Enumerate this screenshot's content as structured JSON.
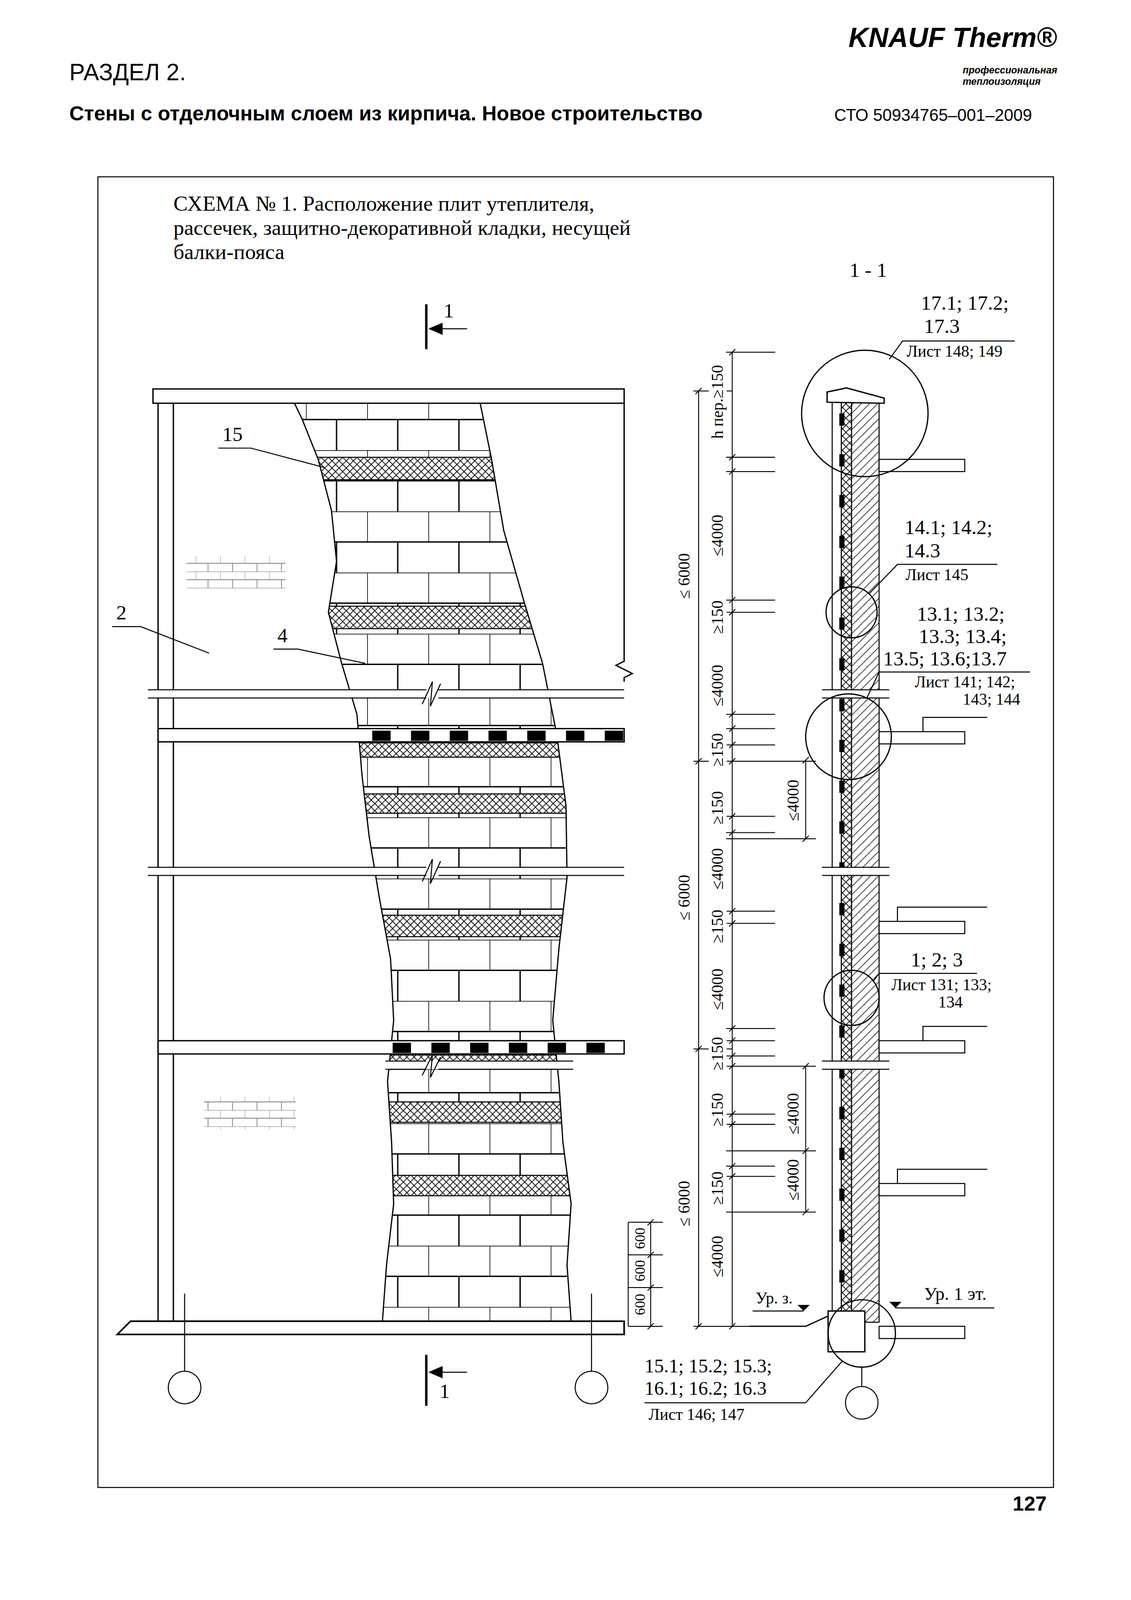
{
  "diagram": {
    "title": "СХЕМА № 1. Расположение плит утеплителя, рассечек, защитно-декоративной кладки, несущей балки-пояса",
    "labels": [
      "РАЗДЕЛ 2.",
      "Стены с отделочным слоем из кирпича. Новое строительство",
      "KNAUF Therm®",
      "профессиональная",
      "теплоизоляция",
      "СТО 50934765–001–2009",
      "127",
      "1 - 1",
      "1",
      "1",
      "15",
      "2",
      "4",
      "17.1; 17.2;",
      "17.3",
      "Лист 148; 149",
      "14.1; 14.2;",
      "14.3",
      "Лист 145",
      "13.1; 13.2;",
      "13.3; 13.4;",
      "13.5; 13.6;13.7",
      "Лист 141; 142;",
      "143; 144",
      "1; 2; 3",
      "Лист 131; 133;",
      "134",
      "15.1; 15.2; 15.3;",
      "16.1; 16.2; 16.3",
      "Лист 146; 147",
      "Ур. з.",
      "Ур. 1 эт.",
      "h пер.≥150",
      "≤4000",
      "≥150",
      "≤4000",
      "≥150",
      "≥150",
      "≤4000",
      "≥150",
      "≤4000",
      "≥150",
      "≥150",
      "≥150",
      "≤4000",
      "≤ 6000",
      "≤ 6000",
      "≤ 6000",
      "≤4000",
      "≤4000",
      "≤4000",
      "600",
      "600",
      "600"
    ]
  }
}
